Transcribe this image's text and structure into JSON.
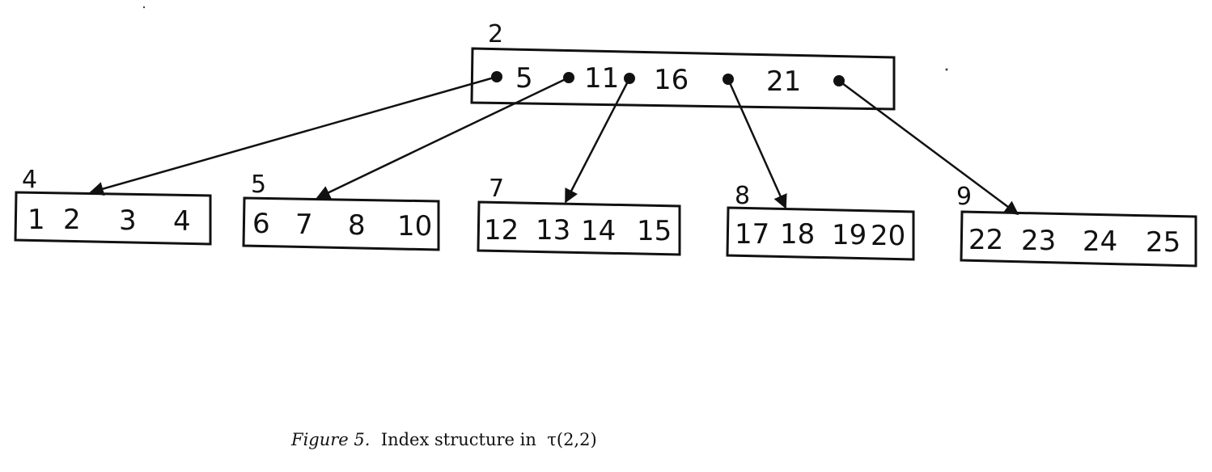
{
  "diagram": {
    "root": {
      "page": "2",
      "keys": [
        "5",
        "11",
        "16",
        "21"
      ],
      "pointers": 5
    },
    "leaves": [
      {
        "page": "4",
        "keys": [
          "1",
          "2",
          "3",
          "4"
        ]
      },
      {
        "page": "5",
        "keys": [
          "6",
          "7",
          "8",
          "10"
        ]
      },
      {
        "page": "7",
        "keys": [
          "12",
          "13",
          "14",
          "15"
        ]
      },
      {
        "page": "8",
        "keys": [
          "17",
          "18",
          "19",
          "20"
        ]
      },
      {
        "page": "9",
        "keys": [
          "22",
          "23",
          "24",
          "25"
        ]
      }
    ]
  },
  "caption": {
    "label": "Figure 5.",
    "text": "Index structure in",
    "math": "τ(2,2)"
  }
}
